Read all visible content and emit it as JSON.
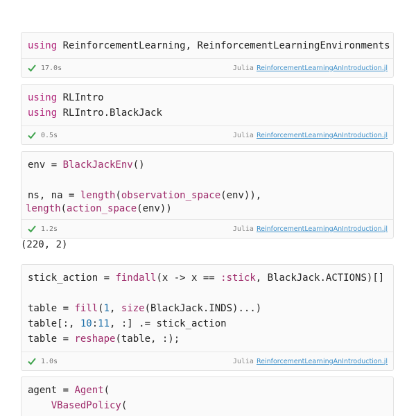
{
  "cells": [
    {
      "lines": [
        [
          {
            "t": "using",
            "c": "kw"
          },
          {
            "t": " ReinforcementLearning, ReinforcementLearningEnvironments",
            "c": ""
          }
        ]
      ],
      "time": "17.0s",
      "lang": "Julia",
      "link": "ReinforcementLearningAnIntroduction.jl"
    },
    {
      "lines": [
        [
          {
            "t": "using",
            "c": "kw"
          },
          {
            "t": " RLIntro",
            "c": ""
          }
        ],
        [
          {
            "t": "using",
            "c": "kw"
          },
          {
            "t": " RLIntro.BlackJack",
            "c": ""
          }
        ]
      ],
      "time": "0.5s",
      "lang": "Julia",
      "link": "ReinforcementLearningAnIntroduction.jl"
    },
    {
      "lines": [
        [
          {
            "t": "env = ",
            "c": ""
          },
          {
            "t": "BlackJackEnv",
            "c": "fn"
          },
          {
            "t": "()",
            "c": ""
          }
        ],
        [],
        [
          {
            "t": "ns, na = ",
            "c": ""
          },
          {
            "t": "length",
            "c": "fn"
          },
          {
            "t": "(",
            "c": ""
          },
          {
            "t": "observation_space",
            "c": "fn"
          },
          {
            "t": "(env)),",
            "c": ""
          }
        ],
        [
          {
            "t": "length",
            "c": "fn"
          },
          {
            "t": "(",
            "c": ""
          },
          {
            "t": "action_space",
            "c": "fn"
          },
          {
            "t": "(env))",
            "c": ""
          }
        ]
      ],
      "time": "1.2s",
      "lang": "Julia",
      "link": "ReinforcementLearningAnIntroduction.jl",
      "output": "(220, 2)"
    },
    {
      "lines": [
        [
          {
            "t": "stick_action = ",
            "c": ""
          },
          {
            "t": "findall",
            "c": "fn"
          },
          {
            "t": "(x -> x == ",
            "c": ""
          },
          {
            "t": ":stick",
            "c": "sym"
          },
          {
            "t": ", BlackJack.ACTIONS)[]",
            "c": ""
          }
        ],
        [],
        [
          {
            "t": "table = ",
            "c": ""
          },
          {
            "t": "fill",
            "c": "fn"
          },
          {
            "t": "(",
            "c": ""
          },
          {
            "t": "1",
            "c": "num"
          },
          {
            "t": ", ",
            "c": ""
          },
          {
            "t": "size",
            "c": "fn"
          },
          {
            "t": "(BlackJack.INDS)...)",
            "c": ""
          }
        ],
        [
          {
            "t": "table[:, ",
            "c": ""
          },
          {
            "t": "10",
            "c": "num"
          },
          {
            "t": ":",
            "c": ""
          },
          {
            "t": "11",
            "c": "num"
          },
          {
            "t": ", :] .= stick_action",
            "c": ""
          }
        ],
        [
          {
            "t": "table = ",
            "c": ""
          },
          {
            "t": "reshape",
            "c": "fn"
          },
          {
            "t": "(table, :);",
            "c": ""
          }
        ]
      ],
      "time": "1.0s",
      "lang": "Julia",
      "link": "ReinforcementLearningAnIntroduction.jl"
    },
    {
      "lines": [
        [
          {
            "t": "agent = ",
            "c": ""
          },
          {
            "t": "Agent",
            "c": "fn"
          },
          {
            "t": "(",
            "c": ""
          }
        ],
        [
          {
            "t": "    ",
            "c": ""
          },
          {
            "t": "VBasedPolicy",
            "c": "fn"
          },
          {
            "t": "(",
            "c": ""
          }
        ]
      ]
    }
  ],
  "colors": {
    "check": "#3fa34d",
    "link": "#3c8fc9",
    "keyword": "#b0267a"
  },
  "icons": {
    "status": "check-icon"
  }
}
